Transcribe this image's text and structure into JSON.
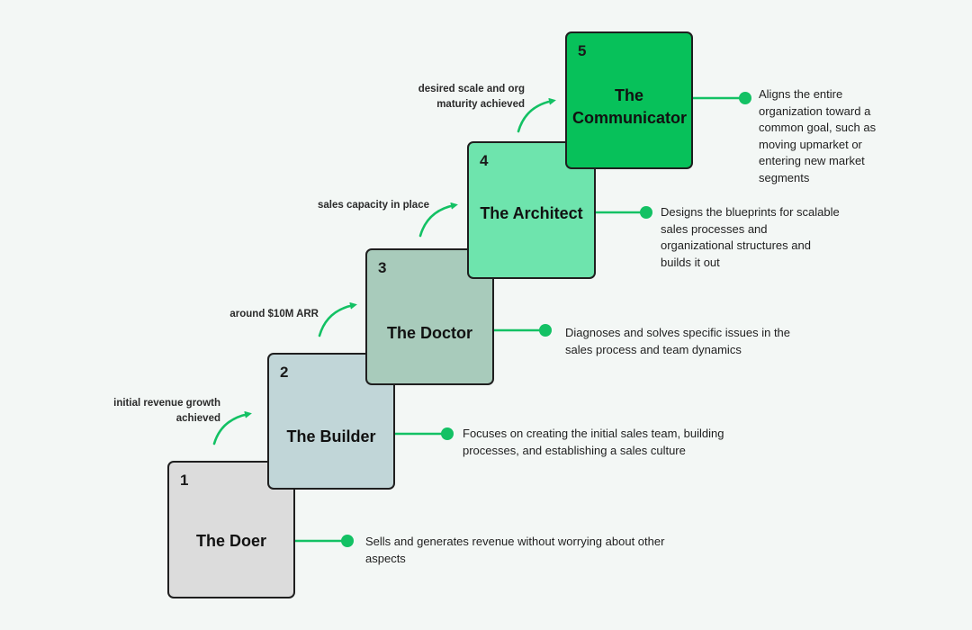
{
  "colors": {
    "background": "#f3f7f5",
    "accent_green": "#13c164",
    "stage1": "#dcdcdc",
    "stage2": "#c1d6d8",
    "stage3": "#a8cbbb",
    "stage4": "#6ee4ad",
    "stage5": "#07c15a"
  },
  "stages": [
    {
      "number": "1",
      "title": "The Doer",
      "description": "Sells and generates revenue without worrying about other aspects"
    },
    {
      "number": "2",
      "title": "The Builder",
      "description": "Focuses on creating the initial sales team, building processes, and establishing a sales culture"
    },
    {
      "number": "3",
      "title": "The Doctor",
      "description": "Diagnoses and solves specific issues in the sales process and team dynamics"
    },
    {
      "number": "4",
      "title": "The Architect",
      "description": "Designs the blueprints for scalable sales processes and organizational structures and builds it out"
    },
    {
      "number": "5",
      "title": "The Communicator",
      "description": "Aligns the entire organization toward a common goal, such as moving upmarket or entering new market segments"
    }
  ],
  "triggers": [
    "initial revenue growth achieved",
    "around $10M ARR",
    "sales capacity in place",
    "desired scale and org maturity achieved"
  ]
}
